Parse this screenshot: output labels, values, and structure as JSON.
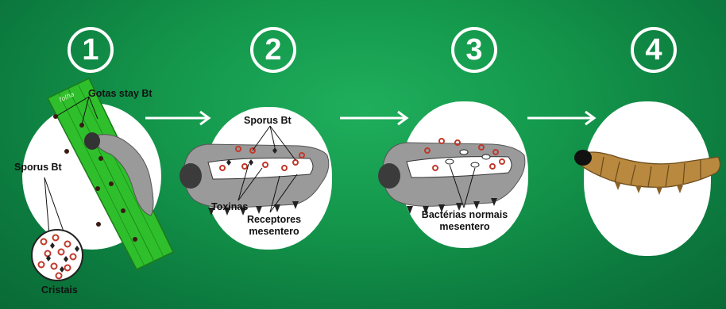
{
  "steps": [
    "1",
    "2",
    "3",
    "4"
  ],
  "panel1": {
    "leaf_word": "folha",
    "droplets_label": "Gotas stay Bt",
    "spores_label": "Sporus Bt",
    "crystals_label": "Cristais"
  },
  "panel2": {
    "spores_label": "Sporus Bt",
    "toxins_label": "Toxinas",
    "receptors_label_line1": "Receptores",
    "receptors_label_line2": "mesentero"
  },
  "panel3": {
    "bacteria_label_line1": "Bactérias normais",
    "bacteria_label_line2": "mesentero"
  },
  "colors": {
    "background": "#159a4d",
    "leaf": "#2fbf2c",
    "caterpillar": "#9a9a9a",
    "dead_caterpillar": "#b8893e",
    "spore": "#c0392b"
  }
}
